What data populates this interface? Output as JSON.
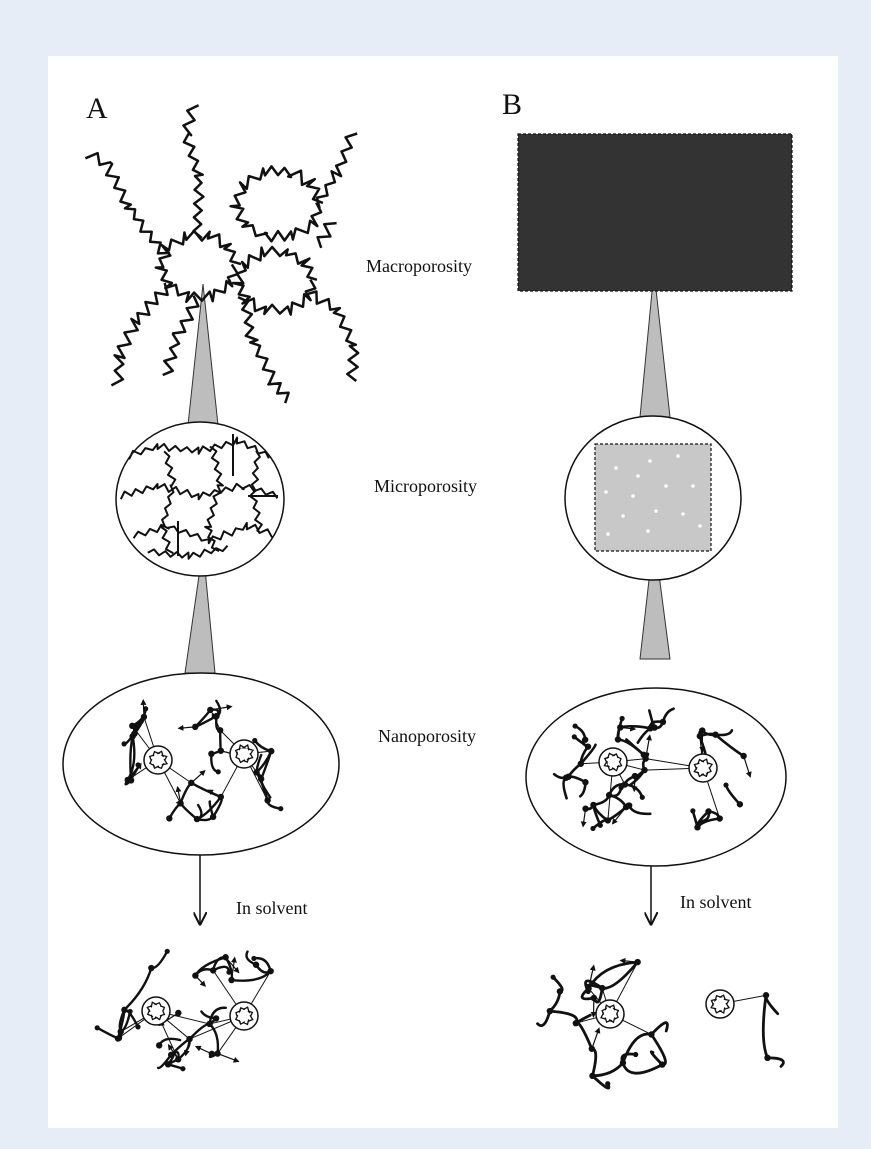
{
  "panels": {
    "a": {
      "label": "A"
    },
    "b": {
      "label": "B"
    }
  },
  "levels": {
    "macro": "Macroporosity",
    "micro": "Microporosity",
    "nano": "Nanoporosity"
  },
  "solvent": {
    "a": "In solvent",
    "b": "In solvent"
  },
  "colors": {
    "background": "#e6edf6",
    "panel": "#ffffff",
    "connector": "#bdbdbd",
    "macro_block": "#333333",
    "micro_block": "#c8c8c8",
    "ink": "#111111"
  }
}
